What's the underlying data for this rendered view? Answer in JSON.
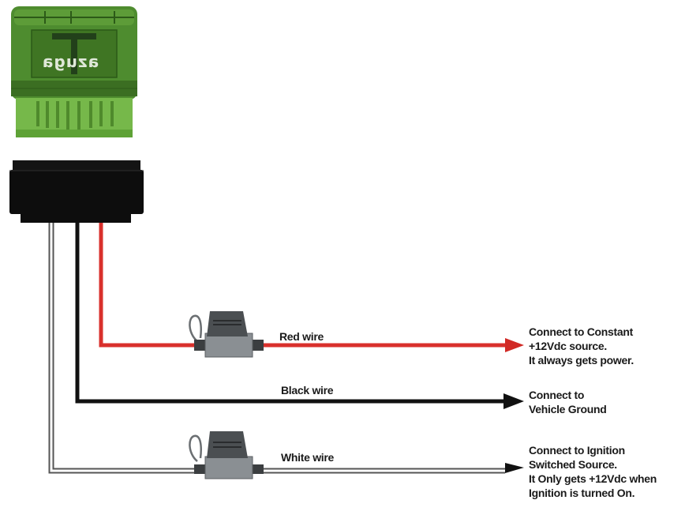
{
  "diagram": {
    "title": "OBD device harness wiring",
    "device": {
      "brand_text": "azuga",
      "body_color": "#4f8f2e",
      "connector_color": "#7cc24a"
    },
    "harness_connector": {
      "color": "#0d0d0d"
    },
    "wires": [
      {
        "id": "red",
        "label": "Red wire",
        "color": "#d9302c",
        "has_fuse": true,
        "destination": [
          "Connect to Constant",
          "+12Vdc source.",
          "It always gets power."
        ]
      },
      {
        "id": "black",
        "label": "Black wire",
        "color": "#111111",
        "has_fuse": false,
        "destination": [
          "Connect to",
          "Vehicle Ground"
        ]
      },
      {
        "id": "white",
        "label": "White wire",
        "color": "#ffffff",
        "outline_color": "#333333",
        "has_fuse": true,
        "destination": [
          "Connect to Ignition",
          "Switched Source.",
          "It Only gets +12Vdc when",
          "Ignition is turned On."
        ]
      }
    ],
    "fuse": {
      "body_color": "#8a8f93",
      "top_color": "#4b4f52"
    }
  }
}
